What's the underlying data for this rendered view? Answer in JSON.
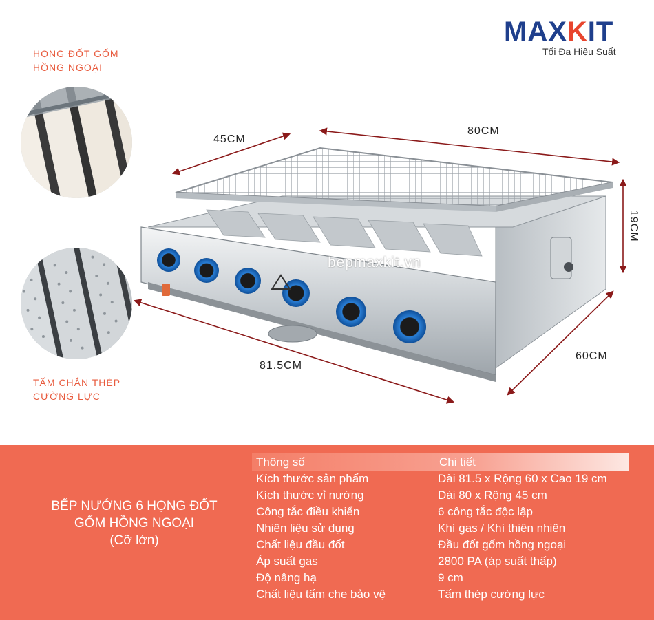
{
  "brand": {
    "logo_left": "MAX",
    "logo_mid": "K",
    "logo_right": "IT",
    "tagline": "Tối Đa Hiệu Suất",
    "colors": {
      "primary": "#1f3f8c",
      "accent": "#e8452e"
    }
  },
  "callouts": {
    "burner": [
      "HỌNG ĐỐT GỐM",
      "HỒNG NGOẠI"
    ],
    "shield": [
      "TẤM CHẮN THÉP",
      "CƯỜNG LỰC"
    ]
  },
  "dimensions": {
    "width_label": "45CM",
    "length_label": "80CM",
    "height_label": "19CM",
    "body_length_label": "81.5CM",
    "depth_label": "60CM"
  },
  "watermark": "bepmaxkit.vn",
  "product": {
    "title_lines": [
      "BẾP NƯỚNG 6 HỌNG ĐỐT",
      "GỐM HỒNG NGOẠI",
      "(Cỡ lớn)"
    ]
  },
  "specs": {
    "header": {
      "key": "Thông số",
      "value": "Chi tiết"
    },
    "rows": [
      {
        "key": "Kích thước sản phẩm",
        "value": "Dài 81.5 x Rộng 60 x Cao 19 cm"
      },
      {
        "key": "Kích thước vỉ nướng",
        "value": "Dài 80 x Rộng 45 cm"
      },
      {
        "key": "Công tắc điều khiển",
        "value": "6 công tắc độc lập"
      },
      {
        "key": "Nhiên liệu sử dụng",
        "value": "Khí gas / Khí thiên nhiên"
      },
      {
        "key": "Chất liệu đầu đốt",
        "value": "Đầu đốt gốm hồng ngoại"
      },
      {
        "key": "Áp suất gas",
        "value": "2800 PA (áp suất thấp)"
      },
      {
        "key": "Độ nâng hạ",
        "value": "9 cm"
      },
      {
        "key": "Chất liệu tấm che bảo vệ",
        "value": "Tấm thép cường lực"
      }
    ]
  },
  "icons": [
    "grill-illustration",
    "ceramic-burner-closeup",
    "steel-shield-closeup",
    "gas-knob-icon"
  ]
}
